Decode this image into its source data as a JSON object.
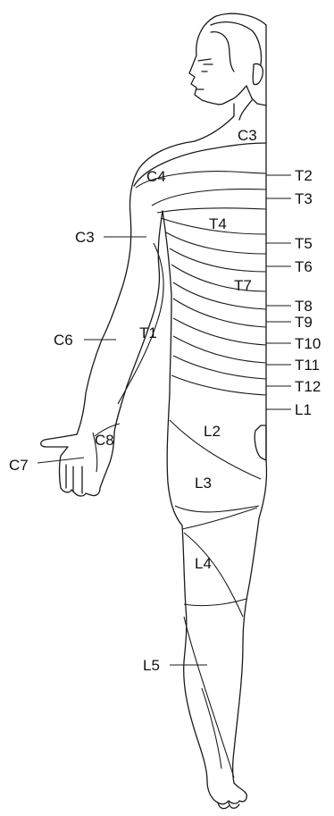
{
  "labels": {
    "c3_neck": "C3",
    "c4": "C4",
    "c3_arm": "C3",
    "c6": "C6",
    "t1": "T1",
    "c7": "C7",
    "c8": "C8",
    "t2": "T2",
    "t3": "T3",
    "t4": "T4",
    "t5": "T5",
    "t6": "T6",
    "t7": "T7",
    "t8": "T8",
    "t9": "T9",
    "t10": "T10",
    "t11": "T11",
    "t12": "T12",
    "l1": "L1",
    "l2": "L2",
    "l3": "L3",
    "l4": "L4",
    "l5": "L5"
  }
}
